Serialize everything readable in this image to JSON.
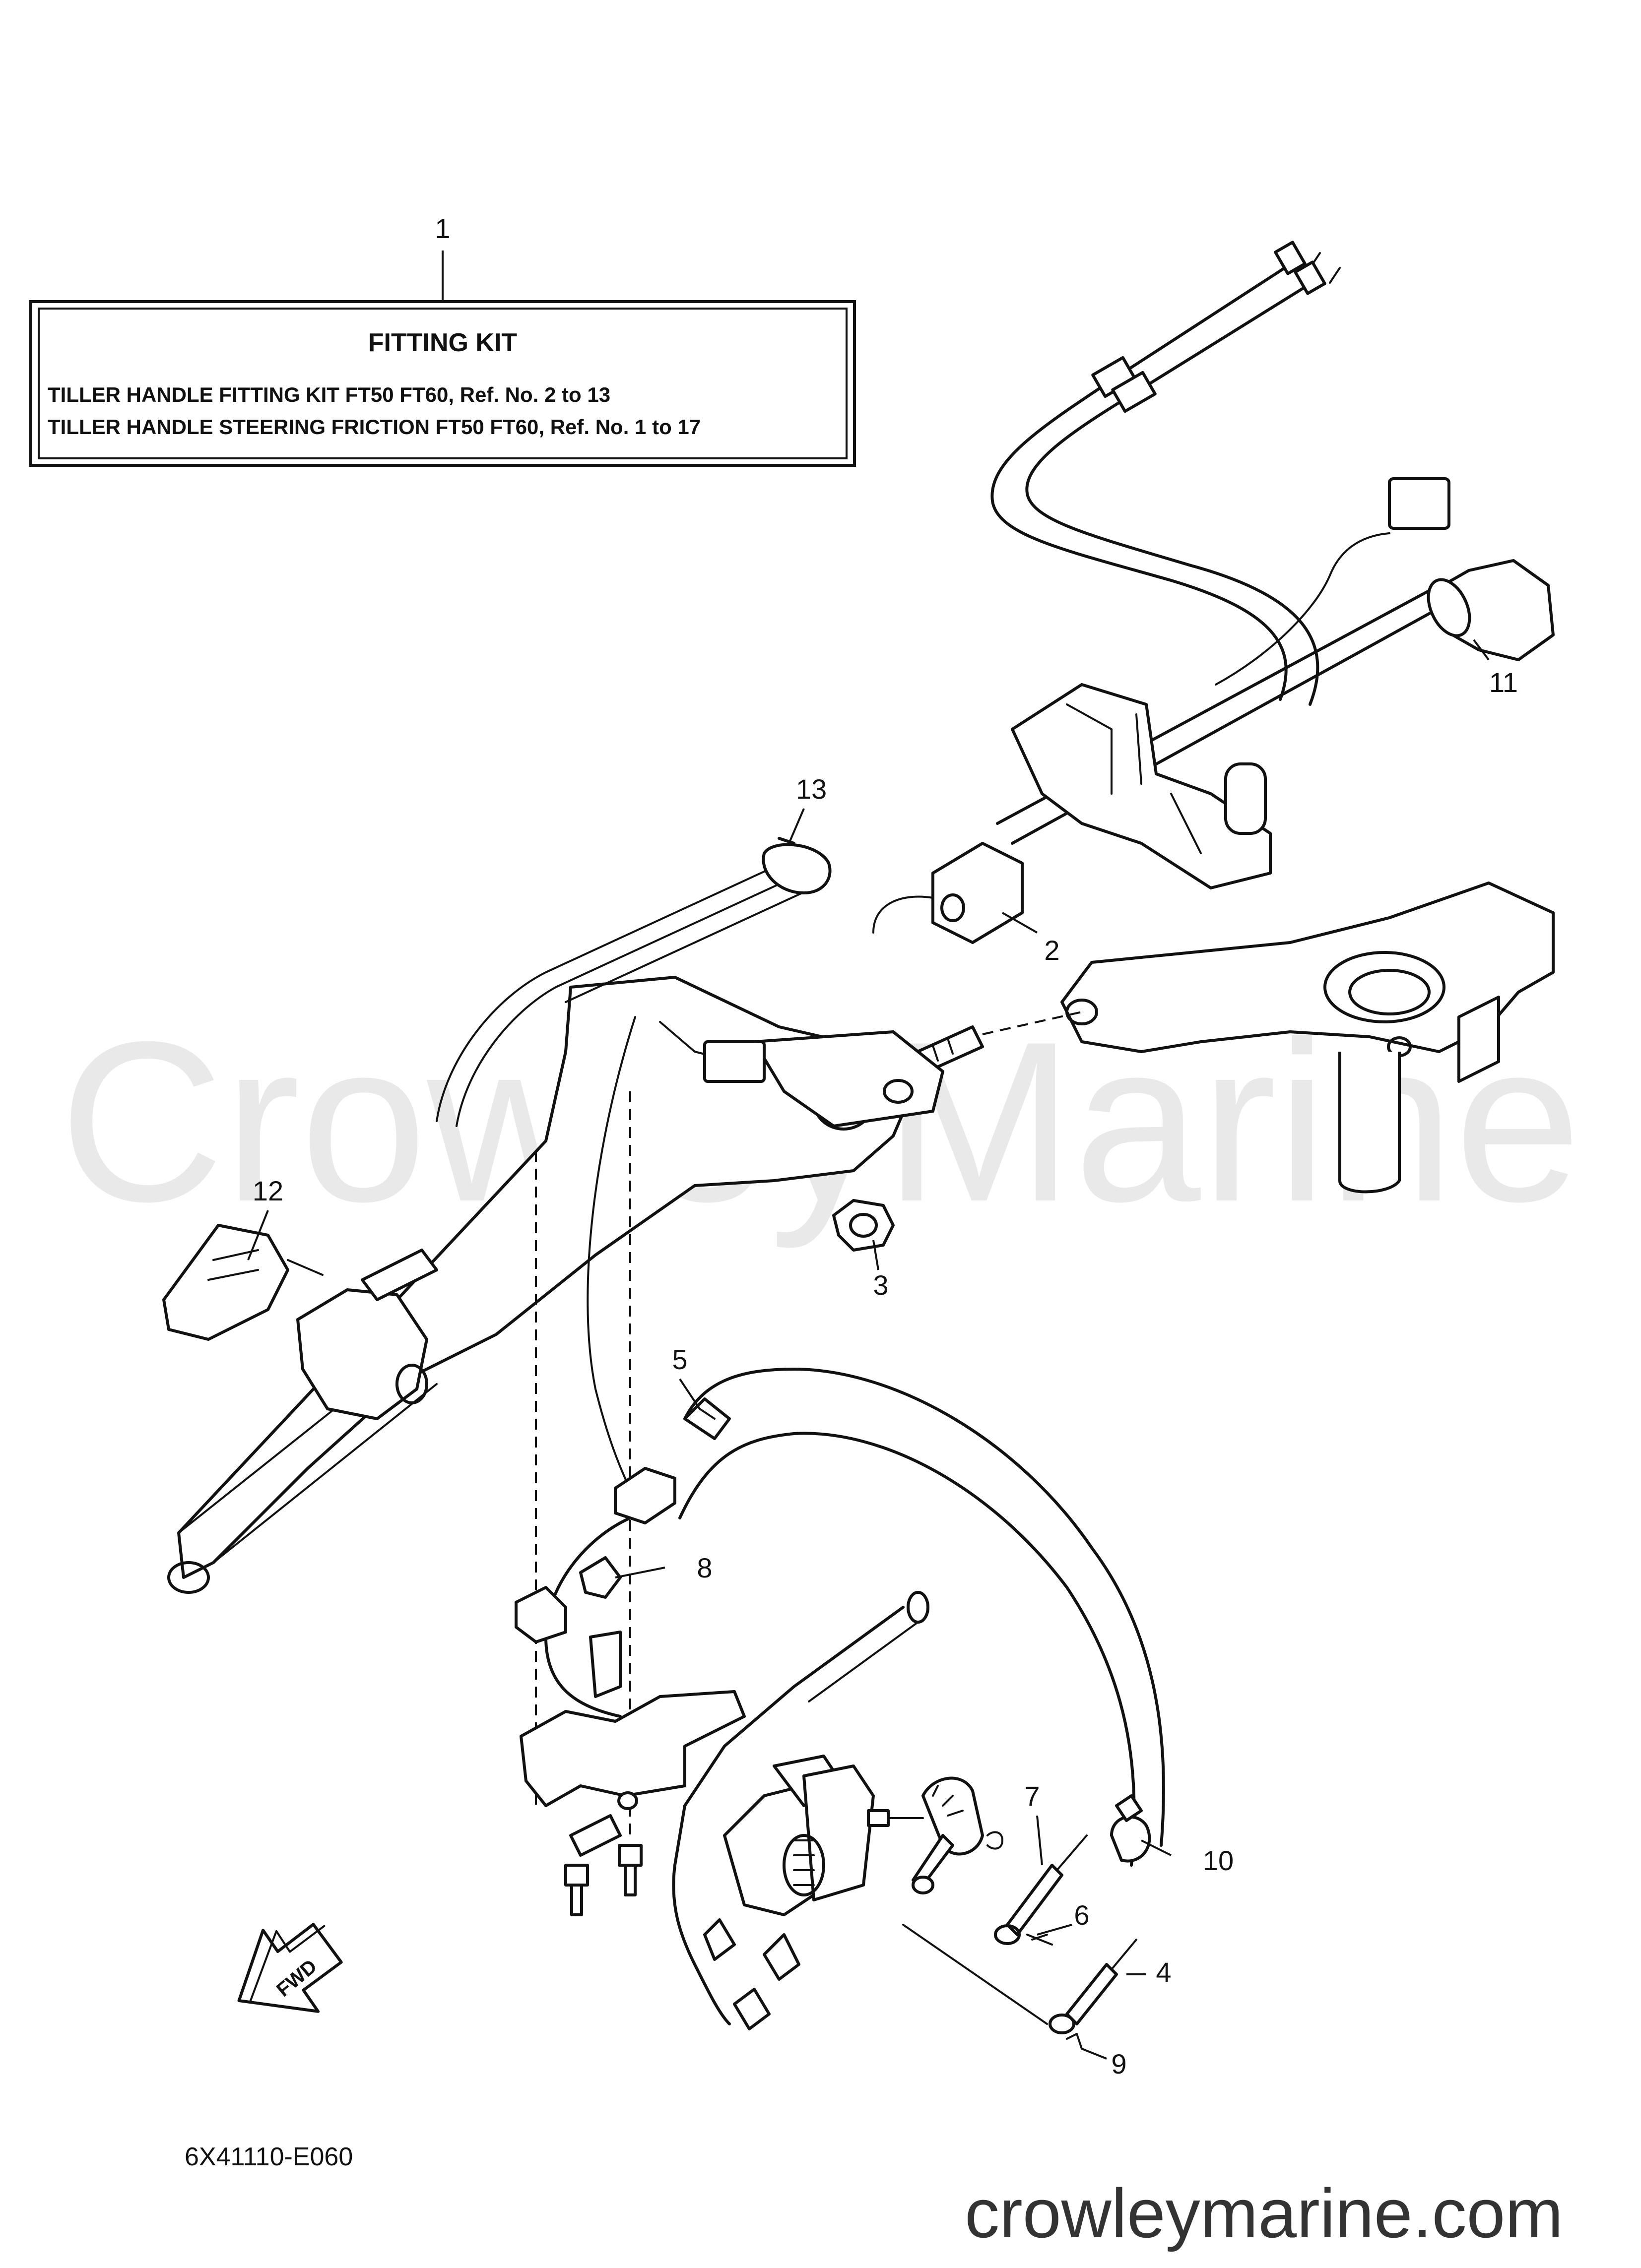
{
  "fitting_kit_box": {
    "title": "FITTING KIT",
    "line1": "TILLER HANDLE FITTING KIT FT50 FT60,  Ref. No. 2 to 13",
    "line2": "TILLER HANDLE STEERING FRICTION FT50 FT60, Ref. No. 1 to 17"
  },
  "callouts": [
    "1",
    "2",
    "3",
    "4",
    "5",
    "6",
    "7",
    "8",
    "9",
    "10",
    "11",
    "12",
    "13"
  ],
  "fwd_label": "FWD",
  "diagram_code": "6X41110-E060",
  "watermark": "CrowleyMarine",
  "footer_url": "crowleymarine.com"
}
